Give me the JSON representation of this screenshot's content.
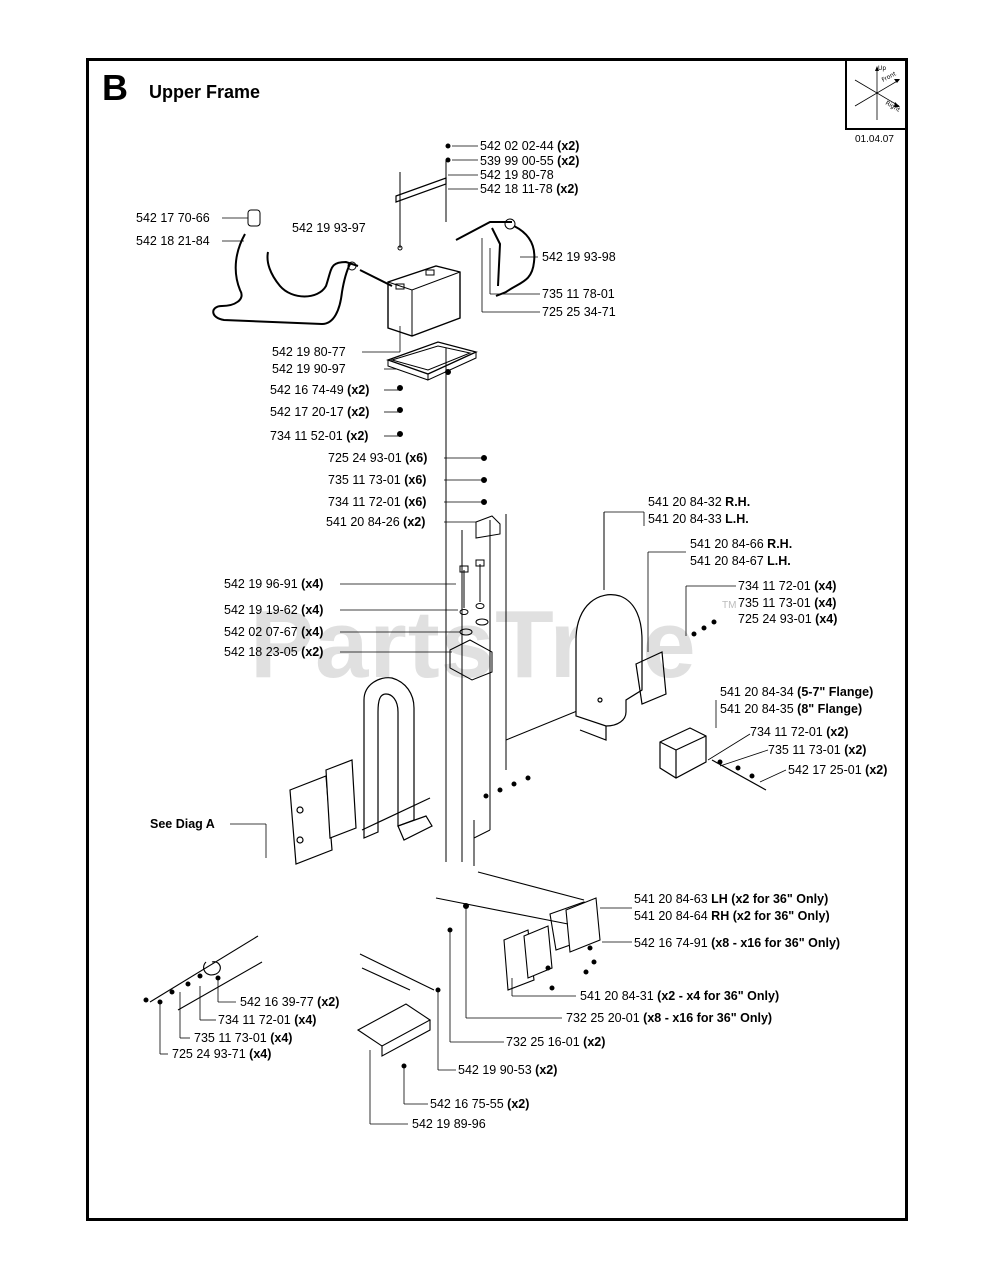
{
  "header": {
    "section_letter": "B",
    "section_title": "Upper Frame",
    "date_code": "01.04.07",
    "orientation": {
      "up": "Up",
      "front": "Front",
      "right": "Right"
    }
  },
  "watermark": {
    "text": "PartsTree",
    "tm": "TM"
  },
  "see_diag": "See Diag A",
  "parts": [
    {
      "num": "542 02 02-44",
      "qty": "(x2)"
    },
    {
      "num": "539 99 00-55",
      "qty": "(x2)"
    },
    {
      "num": "542 19 80-78",
      "qty": ""
    },
    {
      "num": "542 18 11-78",
      "qty": "(x2)"
    },
    {
      "num": "542 17 70-66",
      "qty": ""
    },
    {
      "num": "542 18 21-84",
      "qty": ""
    },
    {
      "num": "542 19 93-97",
      "qty": ""
    },
    {
      "num": "542 19 93-98",
      "qty": ""
    },
    {
      "num": "735 11 78-01",
      "qty": ""
    },
    {
      "num": "725 25 34-71",
      "qty": ""
    },
    {
      "num": "542 19 80-77",
      "qty": ""
    },
    {
      "num": "542 19 90-97",
      "qty": ""
    },
    {
      "num": "542 16 74-49",
      "qty": "(x2)"
    },
    {
      "num": "542 17 20-17",
      "qty": "(x2)"
    },
    {
      "num": "734 11 52-01",
      "qty": "(x2)"
    },
    {
      "num": "725 24 93-01",
      "qty": "(x6)"
    },
    {
      "num": "735 11 73-01",
      "qty": "(x6)"
    },
    {
      "num": "734 11 72-01",
      "qty": "(x6)"
    },
    {
      "num": "541 20 84-26",
      "qty": "(x2)"
    },
    {
      "num": "542 19 96-91",
      "qty": "(x4)"
    },
    {
      "num": "542 19 19-62",
      "qty": "(x4)"
    },
    {
      "num": "542 02 07-67",
      "qty": "(x4)"
    },
    {
      "num": "542 18 23-05",
      "qty": "(x2)"
    },
    {
      "num": "541 20 84-32",
      "qty": "R.H."
    },
    {
      "num": "541 20 84-33",
      "qty": "L.H."
    },
    {
      "num": "541 20 84-66",
      "qty": "R.H."
    },
    {
      "num": "541 20 84-67",
      "qty": "L.H."
    },
    {
      "num": "734 11 72-01",
      "qty": "(x4)"
    },
    {
      "num": "735 11 73-01",
      "qty": "(x4)"
    },
    {
      "num": "725 24 93-01",
      "qty": "(x4)"
    },
    {
      "num": "541 20 84-34",
      "qty": "(5-7\" Flange)"
    },
    {
      "num": "541 20 84-35",
      "qty": "(8\" Flange)"
    },
    {
      "num": "734 11 72-01",
      "qty": "(x2)"
    },
    {
      "num": "735 11 73-01",
      "qty": "(x2)"
    },
    {
      "num": "542 17 25-01",
      "qty": "(x2)"
    },
    {
      "num": "541 20 84-63",
      "qty": "LH (x2 for 36\" Only)"
    },
    {
      "num": "541 20 84-64",
      "qty": "RH (x2 for 36\" Only)"
    },
    {
      "num": "542 16 74-91",
      "qty": "(x8 - x16 for 36\" Only)"
    },
    {
      "num": "541 20 84-31",
      "qty": "(x2 - x4 for 36\" Only)"
    },
    {
      "num": "732 25 20-01",
      "qty": "(x8 - x16 for 36\" Only)"
    },
    {
      "num": "732 25 16-01",
      "qty": "(x2)"
    },
    {
      "num": "542 19 90-53",
      "qty": "(x2)"
    },
    {
      "num": "542 16 75-55",
      "qty": "(x2)"
    },
    {
      "num": "542 19 89-96",
      "qty": ""
    },
    {
      "num": "542 16 39-77",
      "qty": "(x2)"
    },
    {
      "num": "734 11 72-01",
      "qty": "(x4)"
    },
    {
      "num": "735 11 73-01",
      "qty": "(x4)"
    },
    {
      "num": "725 24 93-71",
      "qty": "(x4)"
    }
  ]
}
